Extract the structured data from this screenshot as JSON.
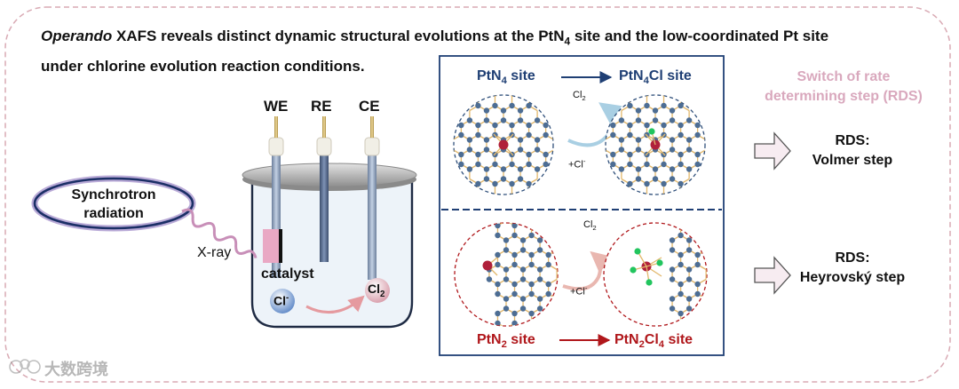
{
  "caption": {
    "line1_italic": "Operando",
    "line1_pre": " XAFS reveals distinct dynamic structural evolutions at the PtN",
    "line1_sub": "4",
    "line1_post": " site and the low-coordinated Pt site",
    "line2": "under chlorine evolution reaction conditions."
  },
  "cell": {
    "electrodes": [
      "WE",
      "RE",
      "CE"
    ],
    "source_line1": "Synchrotron",
    "source_line2": "radiation",
    "xray": "X-ray",
    "catalyst": "catalyst",
    "ion_chloride": "Cl",
    "ion_chloride_sup": "-",
    "product": "Cl",
    "product_sub": "2"
  },
  "sites": {
    "top_left": {
      "pre": "PtN",
      "sub": "4",
      "post": " site"
    },
    "top_right": {
      "pre": "PtN",
      "sub": "4",
      "post": "Cl site"
    },
    "bottom_left": {
      "pre": "PtN",
      "sub": "2",
      "post": " site"
    },
    "bottom_right": {
      "pre": "PtN",
      "sub1": "2",
      "mid": "Cl",
      "sub2": "4",
      "post": " site"
    },
    "cl2": "Cl",
    "cl2_sub": "2",
    "plus_cl": "+Cl",
    "plus_cl_sup": "-"
  },
  "rds": {
    "header_line1": "Switch of rate",
    "header_line2": "determining step (RDS)",
    "top_line1": "RDS:",
    "top_line2": "Volmer step",
    "bottom_line1": "RDS:",
    "bottom_line2": "Heyrovský step"
  },
  "watermark": "大数跨境",
  "colors": {
    "blue": "#1f3f74",
    "red": "#b0171b",
    "pink_header": "#d9a8bd",
    "arrow_pink": "#f7ecf1",
    "ring_purple": "#9c8ac4"
  }
}
